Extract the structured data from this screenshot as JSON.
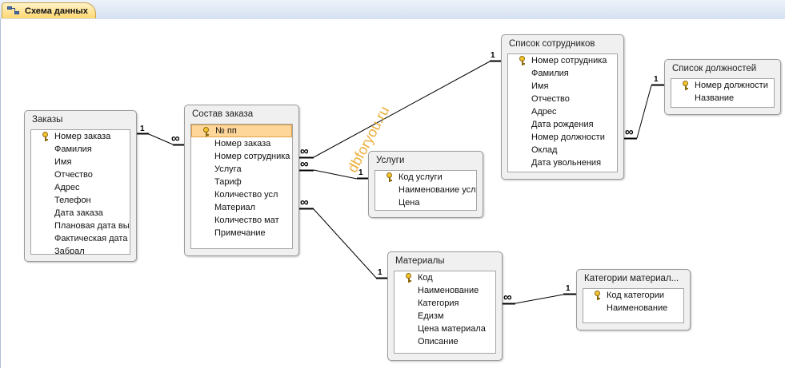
{
  "tab": {
    "label": "Схема данных",
    "icon": "relationships-icon"
  },
  "watermark": "dbforyou.ru",
  "tables": [
    {
      "id": "zakazy",
      "title": "Заказы",
      "fields": [
        {
          "name": "Номер заказа",
          "key": true
        },
        {
          "name": "Фамилия"
        },
        {
          "name": "Имя"
        },
        {
          "name": "Отчество"
        },
        {
          "name": "Адрес"
        },
        {
          "name": "Телефон"
        },
        {
          "name": "Дата заказа"
        },
        {
          "name": "Плановая дата вы"
        },
        {
          "name": "Фактическая дата"
        },
        {
          "name": "Забрал"
        }
      ]
    },
    {
      "id": "sostav",
      "title": "Состав заказа",
      "fields": [
        {
          "name": "№ пп",
          "key": true,
          "selected": true
        },
        {
          "name": "Номер заказа"
        },
        {
          "name": "Номер сотрудника"
        },
        {
          "name": "Услуга"
        },
        {
          "name": "Тариф"
        },
        {
          "name": "Количество усл"
        },
        {
          "name": "Материал"
        },
        {
          "name": "Количество мат"
        },
        {
          "name": "Примечание"
        }
      ]
    },
    {
      "id": "uslugi",
      "title": "Услуги",
      "fields": [
        {
          "name": "Код услуги",
          "key": true
        },
        {
          "name": "Наименование усл"
        },
        {
          "name": "Цена"
        }
      ]
    },
    {
      "id": "sotrudniki",
      "title": "Список сотрудников",
      "fields": [
        {
          "name": "Номер сотрудника",
          "key": true
        },
        {
          "name": "Фамилия"
        },
        {
          "name": "Имя"
        },
        {
          "name": "Отчество"
        },
        {
          "name": "Адрес"
        },
        {
          "name": "Дата рождения"
        },
        {
          "name": "Номер должности"
        },
        {
          "name": "Оклад"
        },
        {
          "name": "Дата увольнения"
        }
      ]
    },
    {
      "id": "dolzhnosti",
      "title": "Список должностей",
      "fields": [
        {
          "name": "Номер должности",
          "key": true
        },
        {
          "name": "Название"
        }
      ]
    },
    {
      "id": "materialy",
      "title": "Материалы",
      "fields": [
        {
          "name": "Код",
          "key": true
        },
        {
          "name": "Наименование"
        },
        {
          "name": "Категория"
        },
        {
          "name": "Едизм"
        },
        {
          "name": "Цена материала"
        },
        {
          "name": "Описание"
        }
      ]
    },
    {
      "id": "kategorii",
      "title": "Категории материал...",
      "fields": [
        {
          "name": "Код категории",
          "key": true
        },
        {
          "name": "Наименование"
        }
      ]
    }
  ],
  "relationships": [
    {
      "one": "zakazy",
      "many": "sostav",
      "one_label": "1",
      "many_label": "∞"
    },
    {
      "one": "sotrudniki",
      "many": "sostav",
      "one_label": "1",
      "many_label": "∞"
    },
    {
      "one": "uslugi",
      "many": "sostav",
      "one_label": "1",
      "many_label": "∞"
    },
    {
      "one": "materialy",
      "many": "sostav",
      "one_label": "1",
      "many_label": "∞"
    },
    {
      "one": "dolzhnosti",
      "many": "sotrudniki",
      "one_label": "1",
      "many_label": "∞"
    },
    {
      "one": "kategorii",
      "many": "materialy",
      "one_label": "1",
      "many_label": "∞"
    }
  ]
}
